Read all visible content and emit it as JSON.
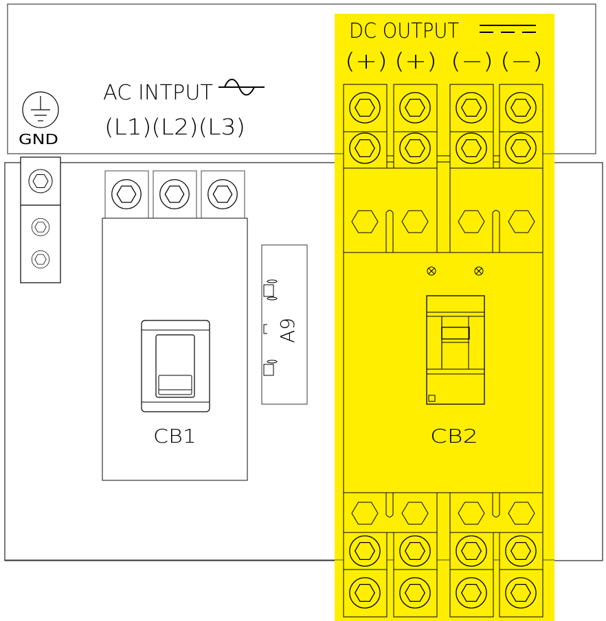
{
  "colors": {
    "highlight": "#ffee00",
    "line": "#000000",
    "frame": "#555555",
    "background": "#ffffff"
  },
  "ac_input": {
    "title": "AC INTPUT",
    "symbol": "ac-sine-icon",
    "phases": "(L1)(L2)(L3)"
  },
  "ground": {
    "label": "GND",
    "symbol": "ground-icon"
  },
  "dc_output": {
    "title": "DC OUTPUT",
    "symbol": "dc-icon",
    "polarities": [
      "(+)",
      "(+)",
      "(−)",
      "(−)"
    ]
  },
  "breakers": {
    "cb1": "CB1",
    "cb2": "CB2"
  },
  "module": {
    "label": "A9"
  }
}
